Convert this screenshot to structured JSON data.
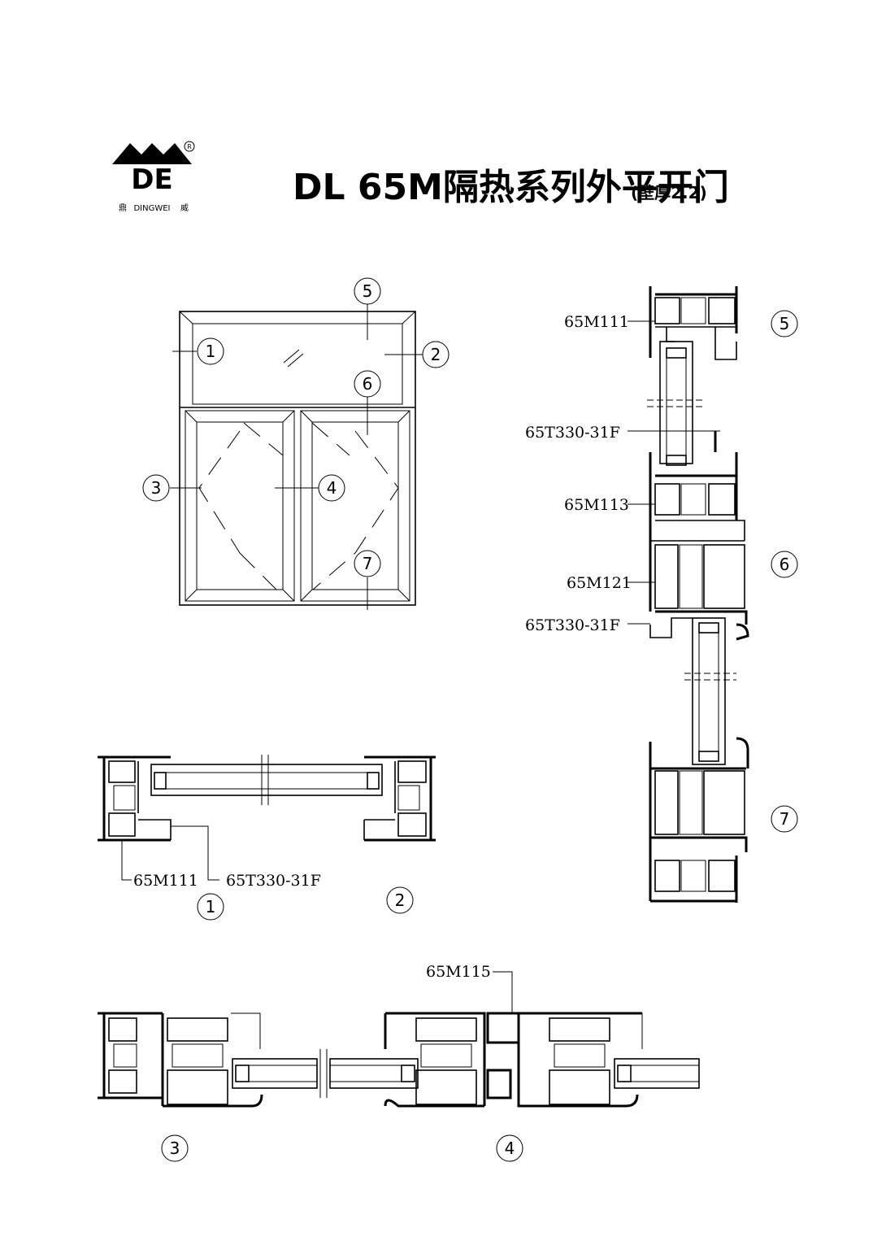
{
  "brand": {
    "logo_letters": "DE",
    "left_char": "鼎",
    "name": "DINGWEI",
    "right_char": "威",
    "registered": "R"
  },
  "title": {
    "main": "DL 65M隔热系列外平开门",
    "sub": "(壁厚2.2)"
  },
  "callouts": [
    "1",
    "2",
    "3",
    "4",
    "5",
    "6",
    "7"
  ],
  "parts": {
    "p65M111": "65M111",
    "p65T330": "65T330-31F",
    "p65M113": "65M113",
    "p65M121": "65M121",
    "p65M115": "65M115"
  }
}
